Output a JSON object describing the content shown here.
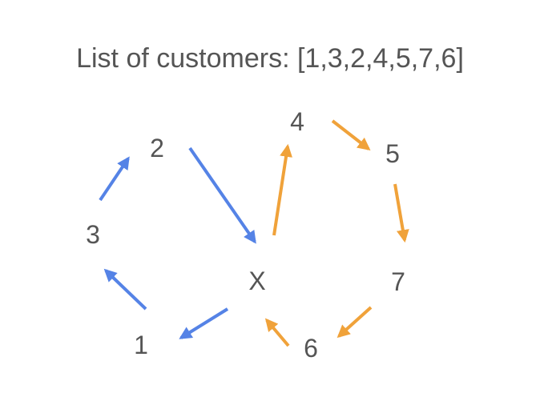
{
  "title": "List of customers: [1,3,2,4,5,7,6]",
  "colors": {
    "route_a": "#5583e6",
    "route_b": "#f0a23a",
    "text": "#555555",
    "background": "#ffffff"
  },
  "nodes": {
    "depot": "X",
    "n1": "1",
    "n2": "2",
    "n3": "3",
    "n4": "4",
    "n5": "5",
    "n6": "6",
    "n7": "7"
  },
  "routes": [
    {
      "color": "route_a",
      "sequence": [
        "X",
        "1",
        "3",
        "2",
        "X"
      ]
    },
    {
      "color": "route_b",
      "sequence": [
        "X",
        "4",
        "5",
        "7",
        "6",
        "X"
      ]
    }
  ]
}
